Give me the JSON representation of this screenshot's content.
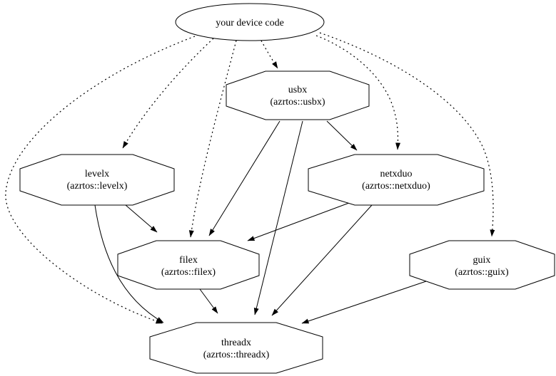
{
  "diagram": {
    "background_color": "#ffffff",
    "ink_color": "#000000"
  },
  "nodes": {
    "device": {
      "title": "your device code",
      "subtitle": "",
      "shape": "ellipse"
    },
    "usbx": {
      "title": "usbx",
      "subtitle": "(azrtos::usbx)",
      "shape": "octagon"
    },
    "levelx": {
      "title": "levelx",
      "subtitle": "(azrtos::levelx)",
      "shape": "octagon"
    },
    "netxduo": {
      "title": "netxduo",
      "subtitle": "(azrtos::netxduo)",
      "shape": "octagon"
    },
    "filex": {
      "title": "filex",
      "subtitle": "(azrtos::filex)",
      "shape": "octagon"
    },
    "guix": {
      "title": "guix",
      "subtitle": "(azrtos::guix)",
      "shape": "octagon"
    },
    "threadx": {
      "title": "threadx",
      "subtitle": "(azrtos::threadx)",
      "shape": "octagon"
    }
  },
  "edges": [
    {
      "from": "device",
      "to": "usbx",
      "style": "dotted"
    },
    {
      "from": "device",
      "to": "levelx",
      "style": "dotted"
    },
    {
      "from": "device",
      "to": "netxduo",
      "style": "dotted"
    },
    {
      "from": "device",
      "to": "filex",
      "style": "dotted"
    },
    {
      "from": "device",
      "to": "guix",
      "style": "dotted"
    },
    {
      "from": "device",
      "to": "threadx",
      "style": "dotted"
    },
    {
      "from": "usbx",
      "to": "netxduo",
      "style": "solid"
    },
    {
      "from": "usbx",
      "to": "filex",
      "style": "solid"
    },
    {
      "from": "usbx",
      "to": "threadx",
      "style": "solid"
    },
    {
      "from": "levelx",
      "to": "filex",
      "style": "solid"
    },
    {
      "from": "levelx",
      "to": "threadx",
      "style": "solid"
    },
    {
      "from": "netxduo",
      "to": "filex",
      "style": "solid"
    },
    {
      "from": "netxduo",
      "to": "threadx",
      "style": "solid"
    },
    {
      "from": "filex",
      "to": "threadx",
      "style": "solid"
    },
    {
      "from": "guix",
      "to": "threadx",
      "style": "solid"
    }
  ]
}
